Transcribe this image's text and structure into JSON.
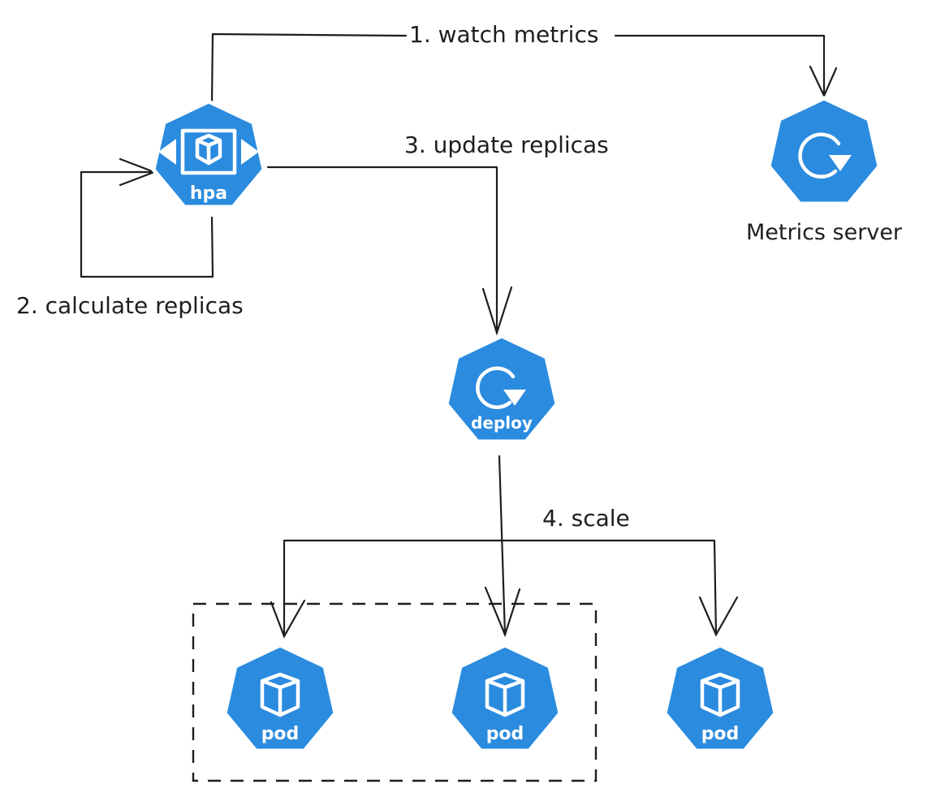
{
  "nodes": {
    "hpa": {
      "label": "hpa",
      "icon": "hpa-icon"
    },
    "metrics_server": {
      "caption": "Metrics server",
      "icon": "refresh-icon"
    },
    "deploy": {
      "label": "deploy",
      "icon": "refresh-icon"
    },
    "pods": [
      {
        "label": "pod",
        "icon": "cube-icon"
      },
      {
        "label": "pod",
        "icon": "cube-icon"
      },
      {
        "label": "pod",
        "icon": "cube-icon"
      }
    ]
  },
  "edges": {
    "watch": "1. watch metrics",
    "calculate": "2. calculate replicas",
    "update": "3. update replicas",
    "scale": "4. scale"
  },
  "colors": {
    "node_fill": "#2a8bdf",
    "node_border": "#ffffff",
    "line": "#1e1e1e"
  }
}
